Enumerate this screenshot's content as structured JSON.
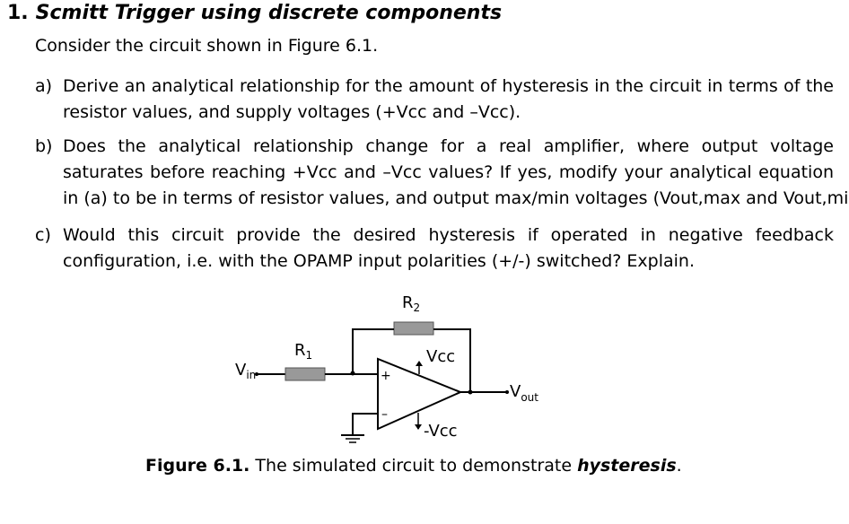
{
  "heading": {
    "number": "1.",
    "title": "Scmitt Trigger using discrete components"
  },
  "intro": "Consider the circuit shown in Figure 6.1.",
  "questions": [
    {
      "label": "a)",
      "lines": [
        "Derive an analytical relationship for the amount of hysteresis in the circuit in terms of the",
        "resistor values, and supply voltages (+Vcc and –Vcc)."
      ]
    },
    {
      "label": "b)",
      "lines": [
        "Does the analytical relationship change for a real amplifier, where output voltage",
        "saturates before reaching +Vcc and –Vcc values? If yes, modify your analytical equation",
        "in (a) to be in terms of resistor values, and output max/min voltages (Vout,max and Vout,min)."
      ]
    },
    {
      "label": "c)",
      "lines": [
        "Would this circuit provide the desired hysteresis if operated in negative feedback",
        "configuration, i.e. with the OPAMP input polarities (+/-) switched? Explain."
      ]
    }
  ],
  "circuit": {
    "r2_label": "R",
    "r2_sub": "2",
    "r1_label": "R",
    "r1_sub": "1",
    "vin_label": "V",
    "vin_sub": "in",
    "vout_label": "V",
    "vout_sub": "out",
    "vcc_pos": "Vcc",
    "vcc_neg": "-Vcc",
    "plus_sign": "+",
    "minus_sign": "–"
  },
  "caption": {
    "figure": "Figure 6.1.",
    "text": " The simulated circuit to demonstrate ",
    "emphasis": "hysteresis",
    "end": "."
  }
}
